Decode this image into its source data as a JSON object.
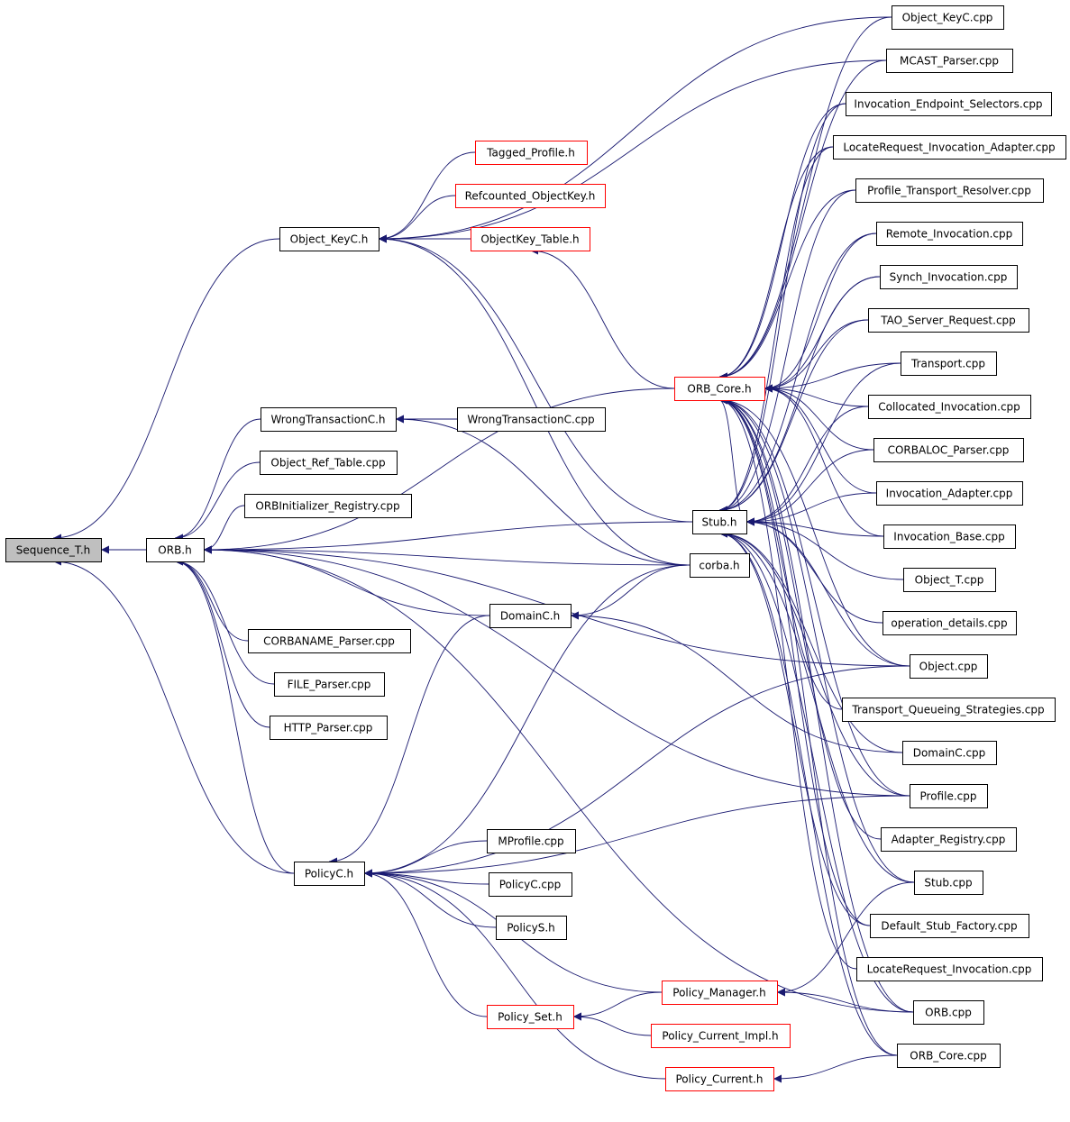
{
  "colors": {
    "edge": "#191970",
    "border_normal": "#000000",
    "border_red": "#ff0000",
    "root_fill": "#bfbfbf",
    "fill": "#ffffff"
  },
  "nodes": [
    {
      "id": "sequence_t_h",
      "label": "Sequence_T.h",
      "kind": "root"
    },
    {
      "id": "orb_h",
      "label": "ORB.h",
      "kind": "normal"
    },
    {
      "id": "object_keyc_h",
      "label": "Object_KeyC.h",
      "kind": "normal"
    },
    {
      "id": "tagged_profile_h",
      "label": "Tagged_Profile.h",
      "kind": "red"
    },
    {
      "id": "refcounted_objectkey_h",
      "label": "Refcounted_ObjectKey.h",
      "kind": "red"
    },
    {
      "id": "objectkey_table_h",
      "label": "ObjectKey_Table.h",
      "kind": "red"
    },
    {
      "id": "wrongtransactionc_h",
      "label": "WrongTransactionC.h",
      "kind": "normal"
    },
    {
      "id": "wrongtransactionc_cpp",
      "label": "WrongTransactionC.cpp",
      "kind": "normal"
    },
    {
      "id": "object_ref_table_cpp",
      "label": "Object_Ref_Table.cpp",
      "kind": "normal"
    },
    {
      "id": "orbinitializer_registry_cpp",
      "label": "ORBInitializer_Registry.cpp",
      "kind": "normal"
    },
    {
      "id": "corbaname_parser_cpp",
      "label": "CORBANAME_Parser.cpp",
      "kind": "normal"
    },
    {
      "id": "file_parser_cpp",
      "label": "FILE_Parser.cpp",
      "kind": "normal"
    },
    {
      "id": "http_parser_cpp",
      "label": "HTTP_Parser.cpp",
      "kind": "normal"
    },
    {
      "id": "policyc_h",
      "label": "PolicyC.h",
      "kind": "normal"
    },
    {
      "id": "domainc_h",
      "label": "DomainC.h",
      "kind": "normal"
    },
    {
      "id": "corba_h",
      "label": "corba.h",
      "kind": "normal"
    },
    {
      "id": "stub_h",
      "label": "Stub.h",
      "kind": "normal"
    },
    {
      "id": "orb_core_h",
      "label": "ORB_Core.h",
      "kind": "red"
    },
    {
      "id": "mprofile_cpp",
      "label": "MProfile.cpp",
      "kind": "normal"
    },
    {
      "id": "policyc_cpp",
      "label": "PolicyC.cpp",
      "kind": "normal"
    },
    {
      "id": "policys_h",
      "label": "PolicyS.h",
      "kind": "normal"
    },
    {
      "id": "policy_manager_h",
      "label": "Policy_Manager.h",
      "kind": "red"
    },
    {
      "id": "policy_set_h",
      "label": "Policy_Set.h",
      "kind": "red"
    },
    {
      "id": "policy_current_impl_h",
      "label": "Policy_Current_Impl.h",
      "kind": "red"
    },
    {
      "id": "policy_current_h",
      "label": "Policy_Current.h",
      "kind": "red"
    },
    {
      "id": "object_keyc_cpp",
      "label": "Object_KeyC.cpp",
      "kind": "normal"
    },
    {
      "id": "mcast_parser_cpp",
      "label": "MCAST_Parser.cpp",
      "kind": "normal"
    },
    {
      "id": "invocation_endpoint_selectors_cpp",
      "label": "Invocation_Endpoint_Selectors.cpp",
      "kind": "normal"
    },
    {
      "id": "locaterequest_invocation_adapter_cpp",
      "label": "LocateRequest_Invocation_Adapter.cpp",
      "kind": "normal"
    },
    {
      "id": "profile_transport_resolver_cpp",
      "label": "Profile_Transport_Resolver.cpp",
      "kind": "normal"
    },
    {
      "id": "remote_invocation_cpp",
      "label": "Remote_Invocation.cpp",
      "kind": "normal"
    },
    {
      "id": "synch_invocation_cpp",
      "label": "Synch_Invocation.cpp",
      "kind": "normal"
    },
    {
      "id": "tao_server_request_cpp",
      "label": "TAO_Server_Request.cpp",
      "kind": "normal"
    },
    {
      "id": "transport_cpp",
      "label": "Transport.cpp",
      "kind": "normal"
    },
    {
      "id": "collocated_invocation_cpp",
      "label": "Collocated_Invocation.cpp",
      "kind": "normal"
    },
    {
      "id": "corbaloc_parser_cpp",
      "label": "CORBALOC_Parser.cpp",
      "kind": "normal"
    },
    {
      "id": "invocation_adapter_cpp",
      "label": "Invocation_Adapter.cpp",
      "kind": "normal"
    },
    {
      "id": "invocation_base_cpp",
      "label": "Invocation_Base.cpp",
      "kind": "normal"
    },
    {
      "id": "object_t_cpp",
      "label": "Object_T.cpp",
      "kind": "normal"
    },
    {
      "id": "operation_details_cpp",
      "label": "operation_details.cpp",
      "kind": "normal"
    },
    {
      "id": "object_cpp",
      "label": "Object.cpp",
      "kind": "normal"
    },
    {
      "id": "transport_queueing_strategies_cpp",
      "label": "Transport_Queueing_Strategies.cpp",
      "kind": "normal"
    },
    {
      "id": "domainc_cpp",
      "label": "DomainC.cpp",
      "kind": "normal"
    },
    {
      "id": "profile_cpp",
      "label": "Profile.cpp",
      "kind": "normal"
    },
    {
      "id": "adapter_registry_cpp",
      "label": "Adapter_Registry.cpp",
      "kind": "normal"
    },
    {
      "id": "stub_cpp",
      "label": "Stub.cpp",
      "kind": "normal"
    },
    {
      "id": "default_stub_factory_cpp",
      "label": "Default_Stub_Factory.cpp",
      "kind": "normal"
    },
    {
      "id": "locaterequest_invocation_cpp",
      "label": "LocateRequest_Invocation.cpp",
      "kind": "normal"
    },
    {
      "id": "orb_cpp",
      "label": "ORB.cpp",
      "kind": "normal"
    },
    {
      "id": "orb_core_cpp",
      "label": "ORB_Core.cpp",
      "kind": "normal"
    }
  ],
  "edges": [
    [
      "orb_h",
      "sequence_t_h"
    ],
    [
      "object_keyc_h",
      "sequence_t_h"
    ],
    [
      "policyc_h",
      "sequence_t_h"
    ],
    [
      "object_ref_table_cpp",
      "orb_h"
    ],
    [
      "orbinitializer_registry_cpp",
      "orb_h"
    ],
    [
      "wrongtransactionc_h",
      "orb_h"
    ],
    [
      "corbaname_parser_cpp",
      "orb_h"
    ],
    [
      "file_parser_cpp",
      "orb_h"
    ],
    [
      "http_parser_cpp",
      "orb_h"
    ],
    [
      "corba_h",
      "orb_h"
    ],
    [
      "domainc_h",
      "orb_h"
    ],
    [
      "policyc_h",
      "orb_h"
    ],
    [
      "orb_core_h",
      "orb_h"
    ],
    [
      "stub_h",
      "orb_h"
    ],
    [
      "orb_cpp",
      "orb_h"
    ],
    [
      "profile_cpp",
      "orb_h"
    ],
    [
      "object_cpp",
      "orb_h"
    ],
    [
      "tagged_profile_h",
      "object_keyc_h"
    ],
    [
      "refcounted_objectkey_h",
      "object_keyc_h"
    ],
    [
      "objectkey_table_h",
      "object_keyc_h"
    ],
    [
      "object_keyc_cpp",
      "object_keyc_h"
    ],
    [
      "mcast_parser_cpp",
      "object_keyc_h"
    ],
    [
      "corba_h",
      "object_keyc_h"
    ],
    [
      "stub_h",
      "object_keyc_h"
    ],
    [
      "orb_core_h",
      "objectkey_table_h"
    ],
    [
      "wrongtransactionc_cpp",
      "wrongtransactionc_h"
    ],
    [
      "corba_h",
      "wrongtransactionc_h"
    ],
    [
      "corba_h",
      "domainc_h"
    ],
    [
      "domainc_cpp",
      "domainc_h"
    ],
    [
      "mprofile_cpp",
      "policyc_h"
    ],
    [
      "policyc_cpp",
      "policyc_h"
    ],
    [
      "policys_h",
      "policyc_h"
    ],
    [
      "policy_manager_h",
      "policyc_h"
    ],
    [
      "policy_set_h",
      "policyc_h"
    ],
    [
      "policy_current_h",
      "policyc_h"
    ],
    [
      "domainc_h",
      "policyc_h"
    ],
    [
      "corba_h",
      "policyc_h"
    ],
    [
      "object_cpp",
      "policyc_h"
    ],
    [
      "profile_cpp",
      "policyc_h"
    ],
    [
      "policy_manager_h",
      "policy_set_h"
    ],
    [
      "policy_current_impl_h",
      "policy_set_h"
    ],
    [
      "orb_cpp",
      "policy_manager_h"
    ],
    [
      "stub_cpp",
      "policy_manager_h"
    ],
    [
      "orb_core_cpp",
      "policy_current_h"
    ],
    [
      "stub_h",
      "orb_core_h"
    ],
    [
      "object_keyc_cpp",
      "orb_core_h"
    ],
    [
      "mcast_parser_cpp",
      "orb_core_h"
    ],
    [
      "invocation_endpoint_selectors_cpp",
      "orb_core_h"
    ],
    [
      "locaterequest_invocation_adapter_cpp",
      "orb_core_h"
    ],
    [
      "profile_transport_resolver_cpp",
      "orb_core_h"
    ],
    [
      "remote_invocation_cpp",
      "orb_core_h"
    ],
    [
      "synch_invocation_cpp",
      "orb_core_h"
    ],
    [
      "tao_server_request_cpp",
      "orb_core_h"
    ],
    [
      "transport_cpp",
      "orb_core_h"
    ],
    [
      "collocated_invocation_cpp",
      "orb_core_h"
    ],
    [
      "corbaloc_parser_cpp",
      "orb_core_h"
    ],
    [
      "invocation_adapter_cpp",
      "orb_core_h"
    ],
    [
      "invocation_base_cpp",
      "orb_core_h"
    ],
    [
      "object_cpp",
      "orb_core_h"
    ],
    [
      "transport_queueing_strategies_cpp",
      "orb_core_h"
    ],
    [
      "profile_cpp",
      "orb_core_h"
    ],
    [
      "adapter_registry_cpp",
      "orb_core_h"
    ],
    [
      "stub_cpp",
      "orb_core_h"
    ],
    [
      "default_stub_factory_cpp",
      "orb_core_h"
    ],
    [
      "locaterequest_invocation_cpp",
      "orb_core_h"
    ],
    [
      "orb_cpp",
      "orb_core_h"
    ],
    [
      "orb_core_cpp",
      "orb_core_h"
    ],
    [
      "invocation_endpoint_selectors_cpp",
      "stub_h"
    ],
    [
      "locaterequest_invocation_adapter_cpp",
      "stub_h"
    ],
    [
      "profile_transport_resolver_cpp",
      "stub_h"
    ],
    [
      "remote_invocation_cpp",
      "stub_h"
    ],
    [
      "synch_invocation_cpp",
      "stub_h"
    ],
    [
      "tao_server_request_cpp",
      "stub_h"
    ],
    [
      "transport_cpp",
      "stub_h"
    ],
    [
      "collocated_invocation_cpp",
      "stub_h"
    ],
    [
      "corbaloc_parser_cpp",
      "stub_h"
    ],
    [
      "invocation_adapter_cpp",
      "stub_h"
    ],
    [
      "invocation_base_cpp",
      "stub_h"
    ],
    [
      "object_t_cpp",
      "stub_h"
    ],
    [
      "operation_details_cpp",
      "stub_h"
    ],
    [
      "object_cpp",
      "stub_h"
    ],
    [
      "profile_cpp",
      "stub_h"
    ],
    [
      "stub_cpp",
      "stub_h"
    ],
    [
      "default_stub_factory_cpp",
      "stub_h"
    ],
    [
      "orb_cpp",
      "stub_h"
    ],
    [
      "orb_core_cpp",
      "stub_h"
    ],
    [
      "domainc_cpp",
      "stub_h"
    ]
  ]
}
